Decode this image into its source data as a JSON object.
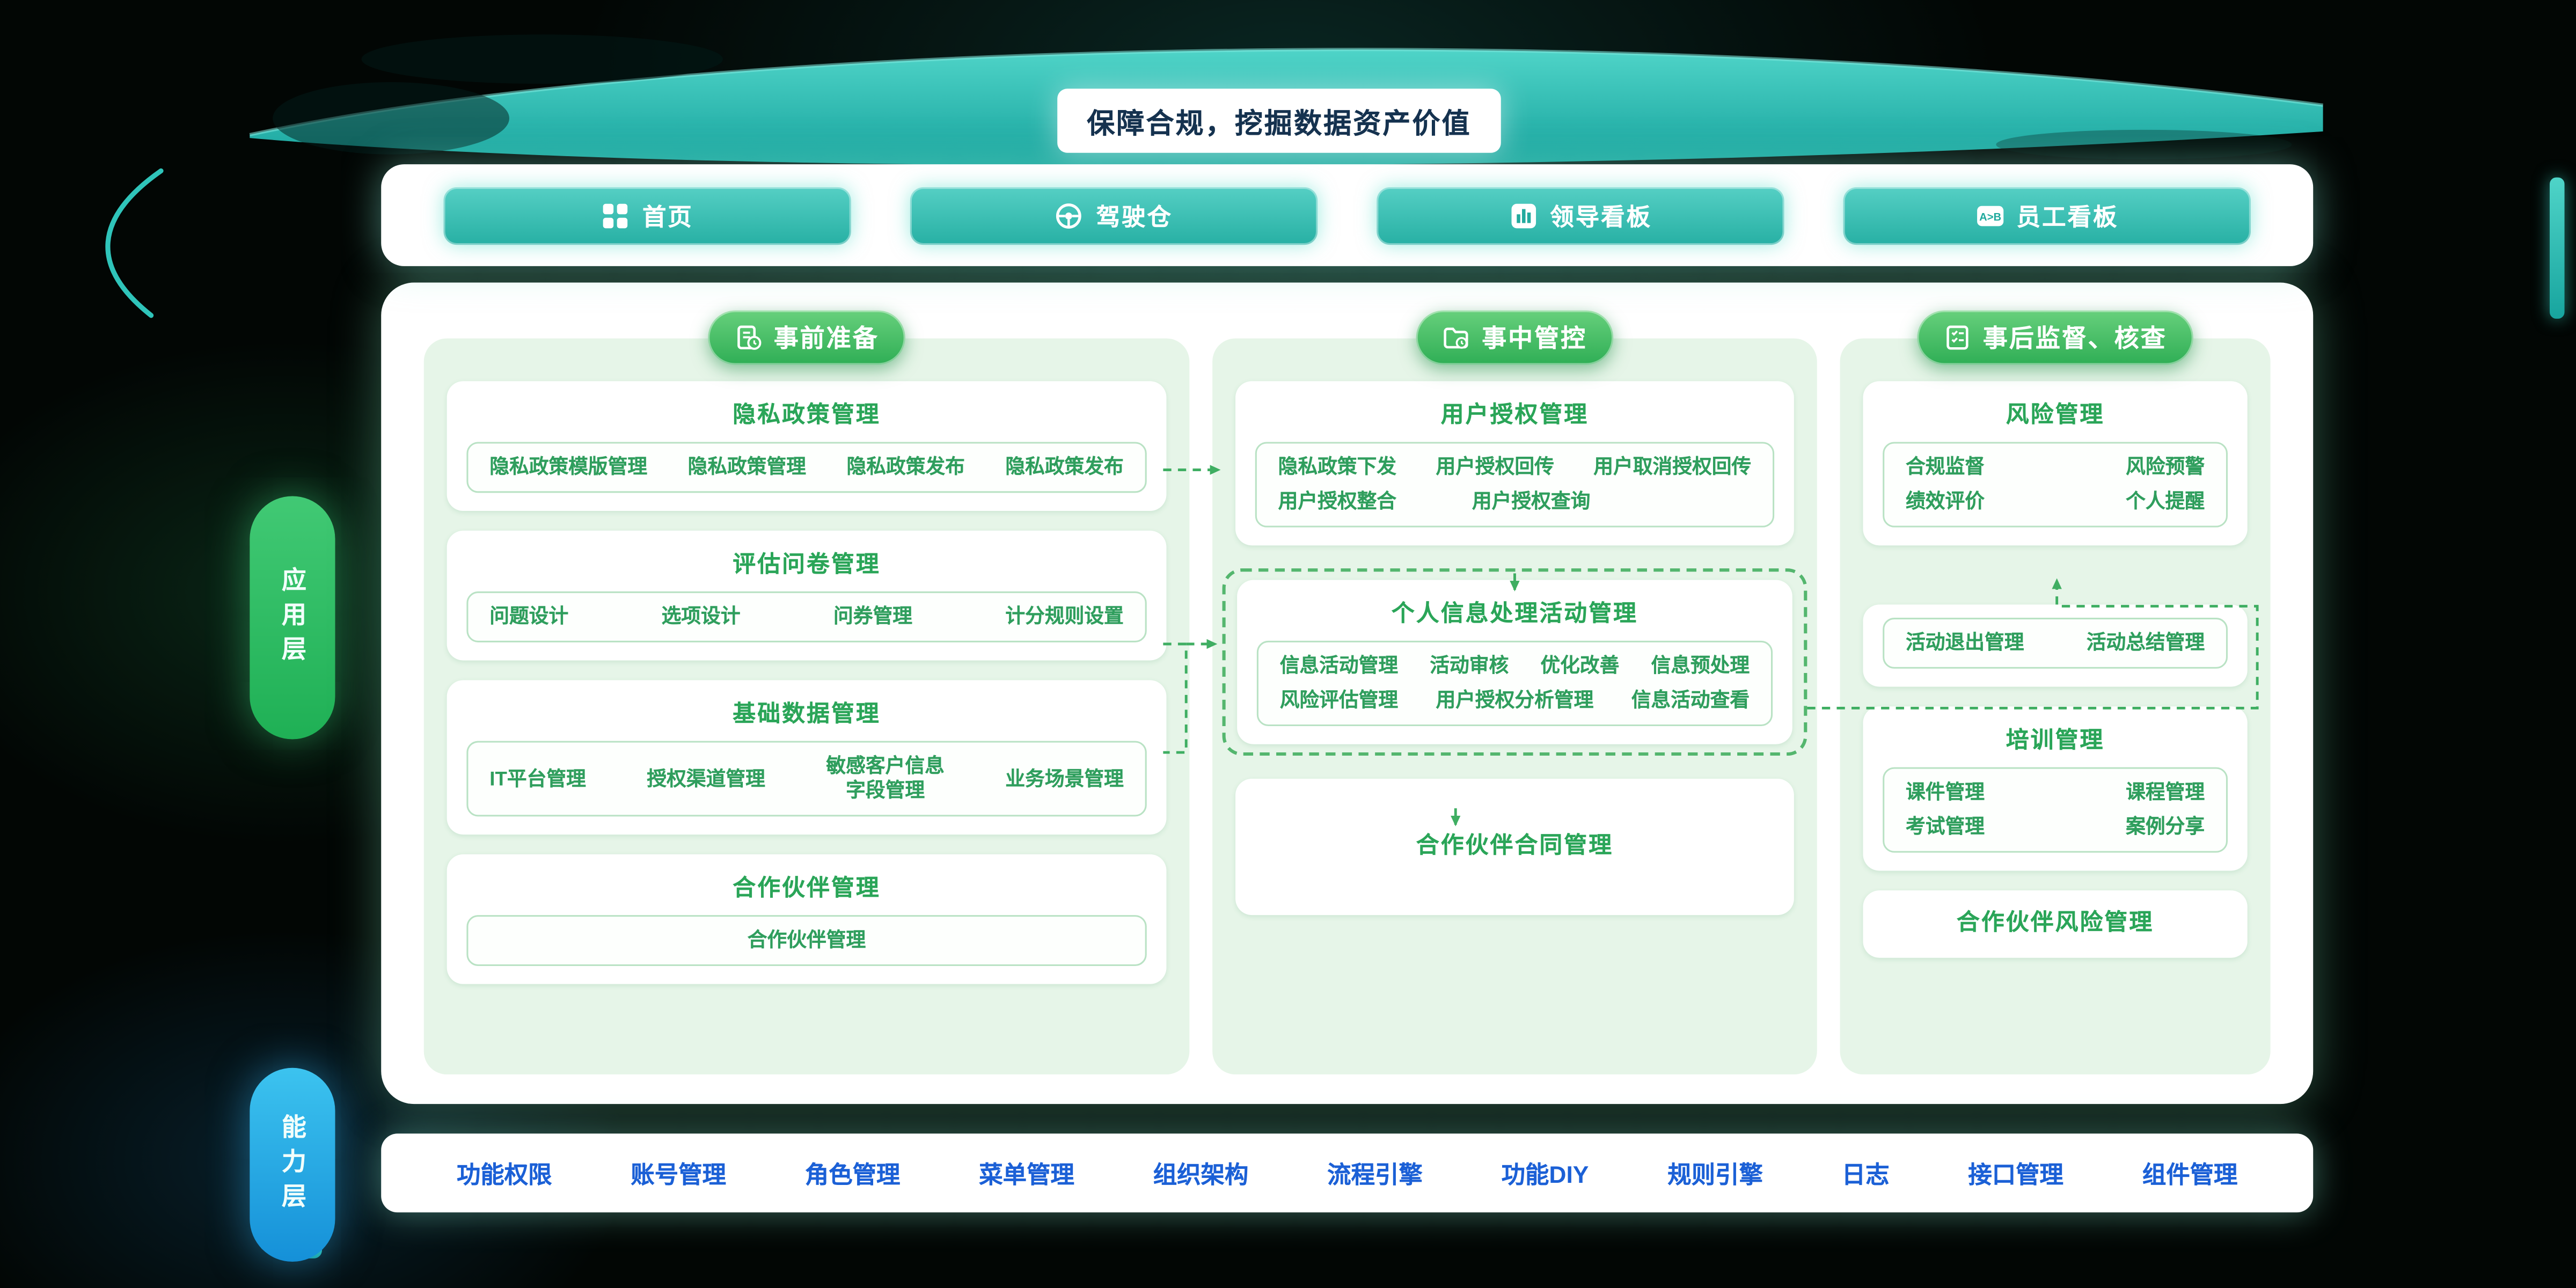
{
  "banner": {
    "title": "保障合规，挖掘数据资产价值"
  },
  "nav": {
    "items": [
      {
        "label": "首页",
        "icon": "grid-icon"
      },
      {
        "label": "驾驶仓",
        "icon": "steering-wheel-icon"
      },
      {
        "label": "领导看板",
        "icon": "bar-chart-icon"
      },
      {
        "label": "员工看板",
        "icon": "ab-compare-icon"
      }
    ]
  },
  "side_labels": {
    "application_layer": "应用层",
    "capability_layer": "能力层"
  },
  "columns": [
    {
      "id": "pre",
      "header": {
        "label": "事前准备",
        "icon": "doc-clock-icon"
      },
      "cards": [
        {
          "title": "隐私政策管理",
          "rows": [
            [
              "隐私政策模版管理",
              "隐私政策管理",
              "隐私政策发布",
              "隐私政策发布"
            ]
          ]
        },
        {
          "title": "评估问卷管理",
          "rows": [
            [
              "问题设计",
              "选项设计",
              "问券管理",
              "计分规则设置"
            ]
          ]
        },
        {
          "title": "基础数据管理",
          "rows": [
            [
              "IT平台管理",
              "授权渠道管理",
              "敏感客户信息\n字段管理",
              "业务场景管理"
            ]
          ]
        },
        {
          "title": "合作伙伴管理",
          "rows": [
            [
              "合作伙伴管理"
            ]
          ]
        }
      ]
    },
    {
      "id": "during",
      "header": {
        "label": "事中管控",
        "icon": "folder-gear-icon"
      },
      "cards": [
        {
          "title": "用户授权管理",
          "rows": [
            [
              "隐私政策下发",
              "用户授权回传",
              "用户取消授权回传"
            ],
            [
              "用户授权整合",
              "用户授权查询"
            ]
          ]
        },
        {
          "title": "个人信息处理活动管理",
          "dashed": true,
          "rows": [
            [
              "信息活动管理",
              "活动审核",
              "优化改善",
              "信息预处理"
            ],
            [
              "风险评估管理",
              "用户授权分析管理",
              "信息活动查看"
            ]
          ]
        },
        {
          "title": "合作伙伴合同管理",
          "rows": []
        }
      ]
    },
    {
      "id": "post",
      "header": {
        "label": "事后监督、核查",
        "icon": "checklist-icon"
      },
      "cards": [
        {
          "title": "风险管理",
          "rows": [
            [
              "合规监督",
              "风险预警"
            ],
            [
              "绩效评价",
              "个人提醒"
            ]
          ]
        },
        {
          "title": "",
          "rows": [
            [
              "活动退出管理",
              "活动总结管理"
            ]
          ]
        },
        {
          "title": "培训管理",
          "rows": [
            [
              "课件管理",
              "课程管理"
            ],
            [
              "考试管理",
              "案例分享"
            ]
          ]
        },
        {
          "title": "合作伙伴风险管理",
          "rows": []
        }
      ]
    }
  ],
  "footer": {
    "items": [
      "功能权限",
      "账号管理",
      "角色管理",
      "菜单管理",
      "组织架构",
      "流程引擎",
      "功能DIY",
      "规则引擎",
      "日志",
      "接口管理",
      "组件管理"
    ]
  },
  "colors": {
    "teal": "#2bb9ae",
    "green": "#3cb45c",
    "light_green_bg": "#e6f5e8",
    "item_green": "#2f9e5d",
    "footer_blue": "#1b60d6",
    "banner_text": "#15324f",
    "arrow_green": "#3fae62"
  }
}
